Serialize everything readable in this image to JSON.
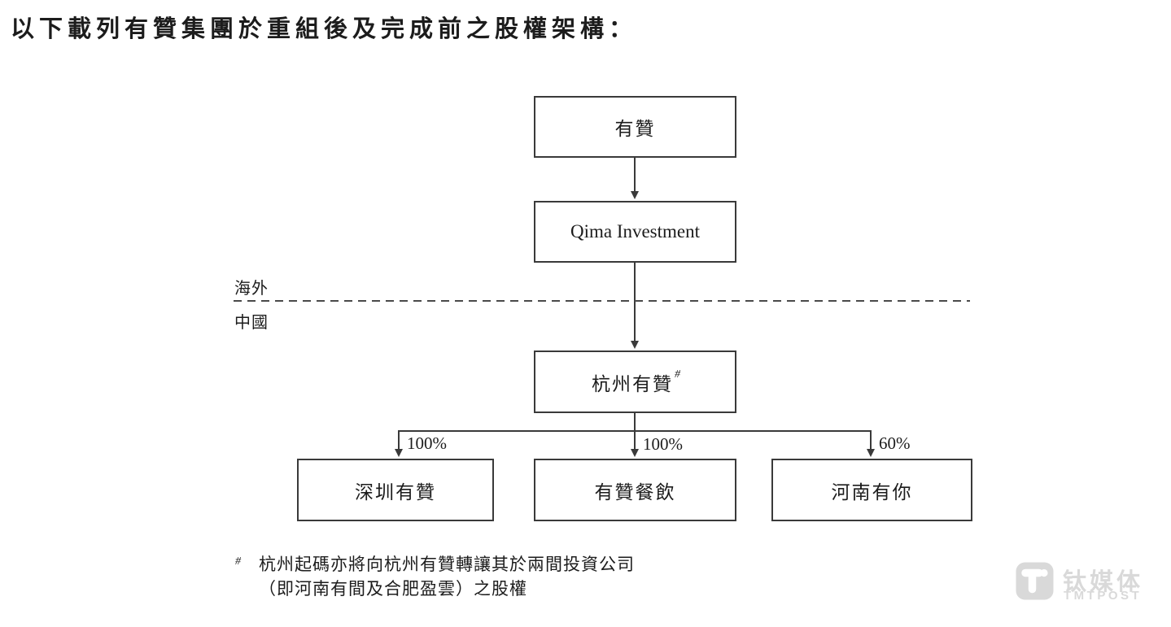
{
  "title": "以下載列有贊集團於重組後及完成前之股權架構：",
  "diagram": {
    "region_labels": {
      "overseas": "海外",
      "china": "中國"
    },
    "nodes": {
      "youzan": {
        "label": "有贊"
      },
      "qima": {
        "label": "Qima Investment"
      },
      "hangzhou": {
        "label": "杭州有贊",
        "footnote_marker": "#"
      },
      "shenzhen": {
        "label": "深圳有贊",
        "ownership": "100%"
      },
      "canyin": {
        "label": "有贊餐飲",
        "ownership": "100%"
      },
      "henan": {
        "label": "河南有你",
        "ownership": "60%"
      }
    }
  },
  "footnote": {
    "marker": "#",
    "lines": [
      "杭州起碼亦將向杭州有贊轉讓其於兩間投資公司",
      "（即河南有間及合肥盈雲）之股權"
    ]
  },
  "watermark": {
    "name_cn": "钛媒体",
    "name_en": "TMTPOST"
  },
  "colors": {
    "line": "#3a3a3a",
    "text": "#1c1c1c",
    "watermark": "#d9d9d9",
    "background": "#ffffff"
  }
}
